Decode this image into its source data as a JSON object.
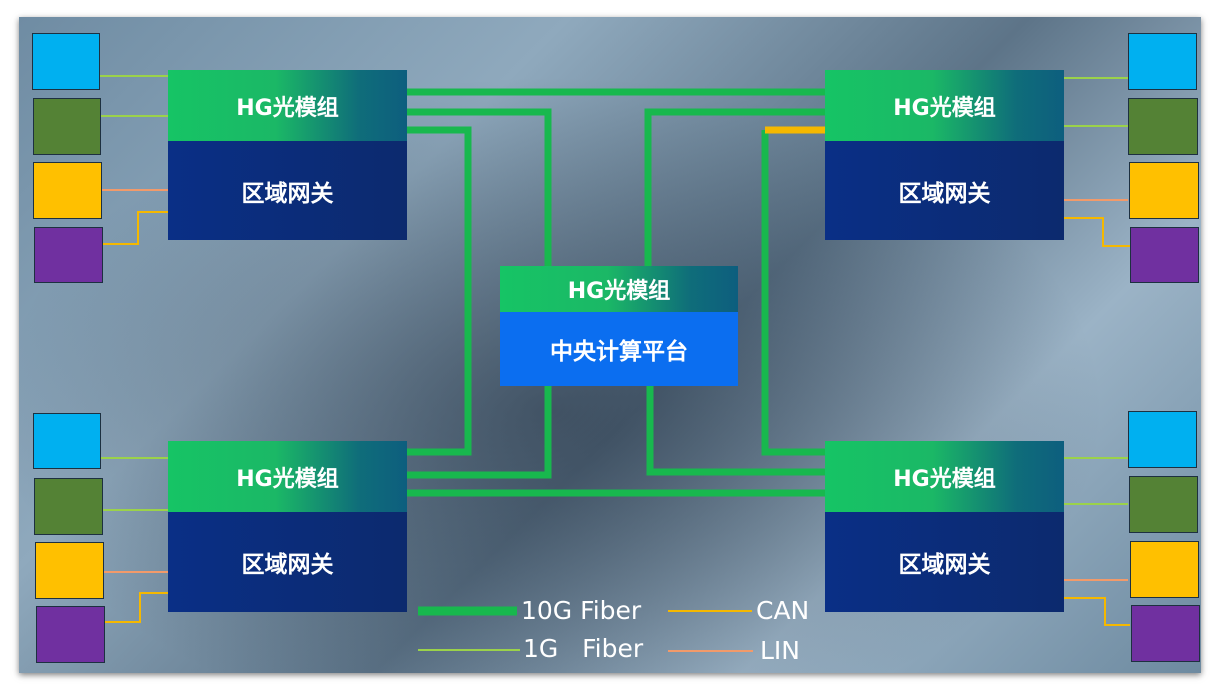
{
  "colors": {
    "fiber10g": "#18b84e",
    "fiber1g": "#9bd24a",
    "can": "#f5b800",
    "lin": "#f29a6a",
    "blue": "#00b0f0",
    "green": "#548235",
    "yellow": "#ffc000",
    "purple": "#7030a0"
  },
  "zones": [
    {
      "module": "HG光模组",
      "gateway": "区域网关"
    },
    {
      "module": "HG光模组",
      "gateway": "区域网关"
    },
    {
      "module": "HG光模组",
      "gateway": "区域网关"
    },
    {
      "module": "HG光模组",
      "gateway": "区域网关"
    }
  ],
  "center": {
    "module": "HG光模组",
    "platform": "中央计算平台"
  },
  "legend": {
    "fiber10g": "10G Fiber",
    "fiber1g": "1G   Fiber",
    "can": "CAN",
    "lin": "LIN"
  }
}
